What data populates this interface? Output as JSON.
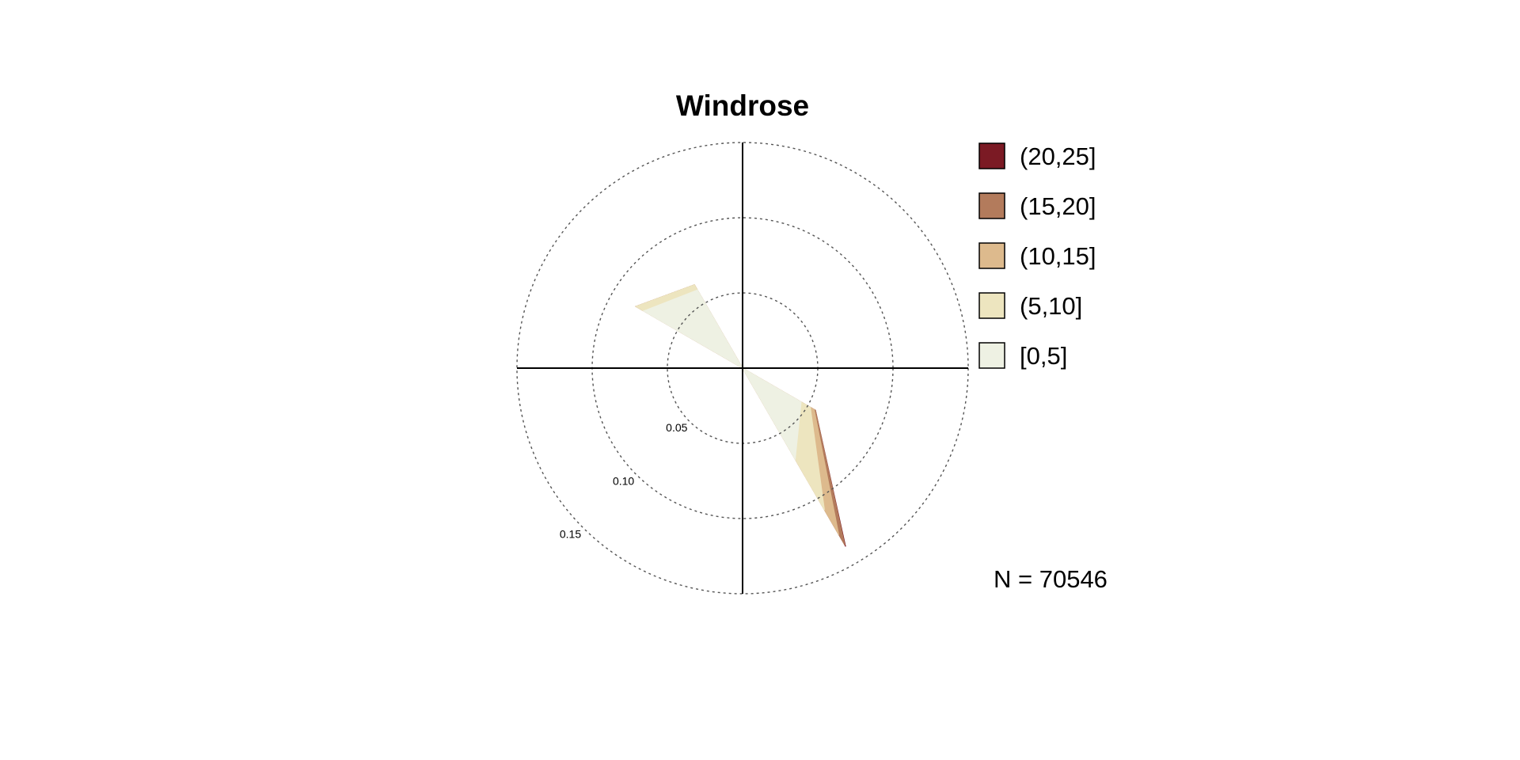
{
  "chart_data": {
    "type": "windrose",
    "title": "Windrose",
    "n_label": "N = 70546",
    "rings": [
      0.05,
      0.1,
      0.15
    ],
    "ring_labels": [
      "0.05",
      "0.10",
      "0.15"
    ],
    "rmax": 0.15,
    "directions": [
      0,
      30,
      60,
      90,
      120,
      150,
      180,
      210,
      240,
      270,
      300,
      330
    ],
    "bins": [
      {
        "name": "[0,5]",
        "color": "#EEF1E3"
      },
      {
        "name": "(5,10]",
        "color": "#EDE5BF"
      },
      {
        "name": "(10,15]",
        "color": "#DDBA8D"
      },
      {
        "name": "(15,20]",
        "color": "#B37B5C"
      },
      {
        "name": "(20,25]",
        "color": "#7B1A24"
      }
    ],
    "legend_order": [
      "(20,25]",
      "(15,20]",
      "(10,15]",
      "(5,10]",
      "[0,5]"
    ],
    "cumulative": [
      [
        0.0,
        0.0,
        0.0,
        0.0,
        0.0
      ],
      [
        0.0,
        0.0,
        0.0,
        0.0,
        0.0
      ],
      [
        0.0,
        0.0,
        0.0,
        0.0,
        0.0
      ],
      [
        0.0,
        0.0,
        0.0,
        0.0,
        0.0
      ],
      [
        0.045,
        0.052,
        0.055,
        0.056,
        0.056
      ],
      [
        0.07,
        0.109,
        0.128,
        0.136,
        0.137
      ],
      [
        0.0,
        0.0,
        0.0,
        0.0,
        0.0
      ],
      [
        0.0,
        0.0,
        0.0,
        0.0,
        0.0
      ],
      [
        0.0,
        0.0,
        0.0,
        0.0,
        0.0
      ],
      [
        0.0,
        0.0,
        0.0,
        0.0,
        0.0
      ],
      [
        0.076,
        0.082,
        0.082,
        0.082,
        0.082
      ],
      [
        0.06,
        0.064,
        0.064,
        0.064,
        0.064
      ]
    ]
  }
}
